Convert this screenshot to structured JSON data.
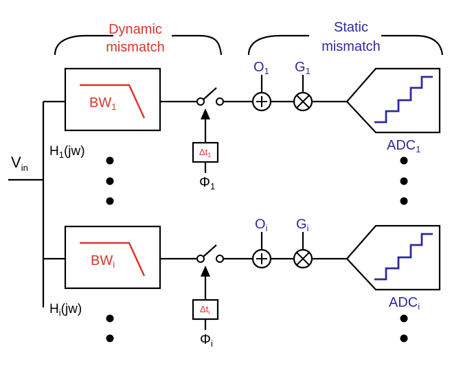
{
  "colors": {
    "dynamic": "#d9342b",
    "static": "#2e2a9c",
    "wire": "#000000"
  },
  "headers": {
    "dynamic_line1": "Dynamic",
    "dynamic_line2": "mismatch",
    "static_line1": "Static",
    "static_line2": "mismatch"
  },
  "input": {
    "label": "V",
    "sub": "in"
  },
  "channels": [
    {
      "filter_label": "BW",
      "filter_sub": "1",
      "transfer_label": "H",
      "transfer_sub": "1",
      "transfer_tail": "(jw)",
      "delay_label": "Δt",
      "delay_sub": "1",
      "clock_label": "Φ",
      "clock_sub": "1",
      "offset_label": "O",
      "offset_sub": "1",
      "gain_label": "G",
      "gain_sub": "1",
      "adc_label": "ADC",
      "adc_sub": "1"
    },
    {
      "filter_label": "BW",
      "filter_sub": "i",
      "transfer_label": "H",
      "transfer_sub": "i",
      "transfer_tail": "(jw)",
      "delay_label": "Δt",
      "delay_sub": "i",
      "clock_label": "Φ",
      "clock_sub": "i",
      "offset_label": "O",
      "offset_sub": "i",
      "gain_label": "G",
      "gain_sub": "i",
      "adc_label": "ADC",
      "adc_sub": "i"
    }
  ]
}
